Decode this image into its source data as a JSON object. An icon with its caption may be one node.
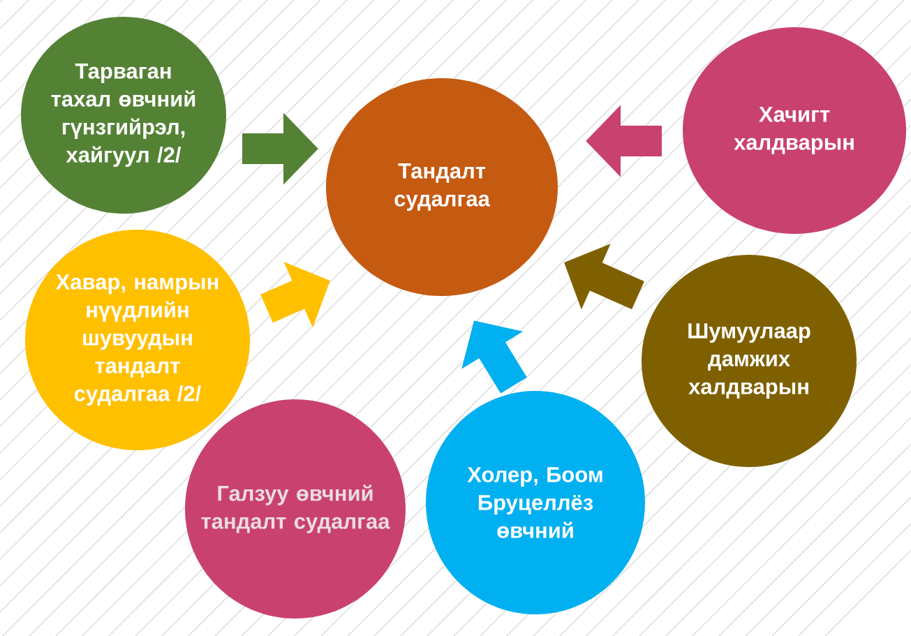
{
  "diagram": {
    "nodes": [
      {
        "text": [
          "Тандалт судалгаа"
        ]
      },
      {
        "text": [
          "Тарваган тахал өвчний гүнзгийрэл, хайгуул /2/"
        ]
      },
      {
        "text": [
          "Хачигт халдварын"
        ]
      },
      {
        "text": [
          "Хавар, намрын нүүдлийн шувуудын тандалт судалгаа /2/"
        ]
      },
      {
        "text": [
          "Шумуулаар дамжих халдварын"
        ]
      },
      {
        "text": [
          "Галзуу өвчний тандалт судалгаа"
        ]
      },
      {
        "text": [
          "Холер, Боом Бруцеллёз өвчний"
        ]
      }
    ],
    "edges": [
      {
        "from": 1,
        "to": 0,
        "arrow": "to",
        "color": "#548235"
      },
      {
        "from": 2,
        "to": 0,
        "arrow": "to",
        "color": "#c9416f"
      },
      {
        "from": 3,
        "to": 0,
        "arrow": "to",
        "color": "#ffc000"
      },
      {
        "from": 4,
        "to": 0,
        "arrow": "to",
        "color": "#7f6000"
      },
      {
        "from": 6,
        "to": 0,
        "arrow": "to",
        "color": "#00b0f0"
      }
    ]
  }
}
